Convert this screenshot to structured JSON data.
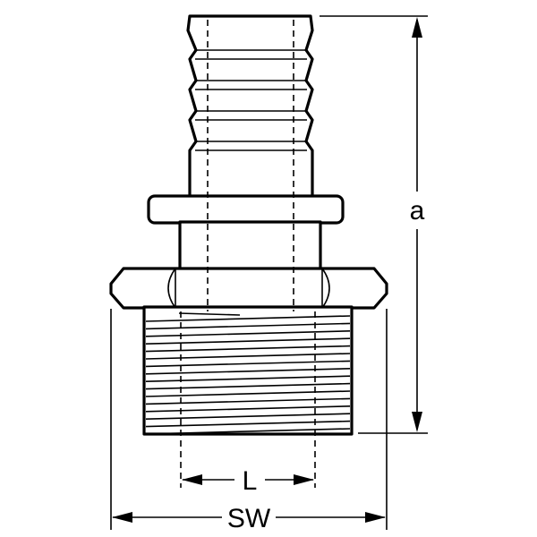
{
  "drawing": {
    "dimensions": {
      "height_label": "a",
      "bore_label": "L",
      "hex_label": "SW"
    }
  }
}
